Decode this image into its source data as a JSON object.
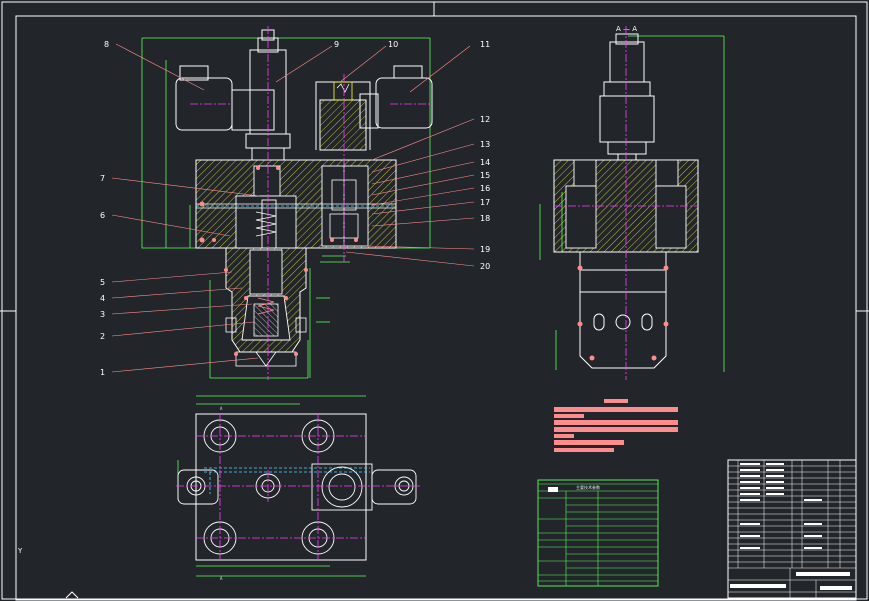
{
  "drawing": {
    "section_title": "A — A",
    "view_marker_top": "A",
    "view_marker_bottom": "A",
    "part_labels": [
      "8",
      "9",
      "10",
      "11",
      "12",
      "13",
      "14",
      "15",
      "16",
      "17",
      "18",
      "19",
      "20",
      "7",
      "6",
      "5",
      "4",
      "3",
      "2",
      "1"
    ],
    "spec_table_title": "主要技术参数",
    "axis_glyph": "Y",
    "colors": {
      "background": "#22262b",
      "frame": "#ffffff",
      "outline": "#ffffff",
      "dimension": "#5dfc5d",
      "centerline": "#ff3cff",
      "hatch": "#ffff3c",
      "accent": "#ff8c8c",
      "hidden": "#4fd6ff"
    }
  }
}
